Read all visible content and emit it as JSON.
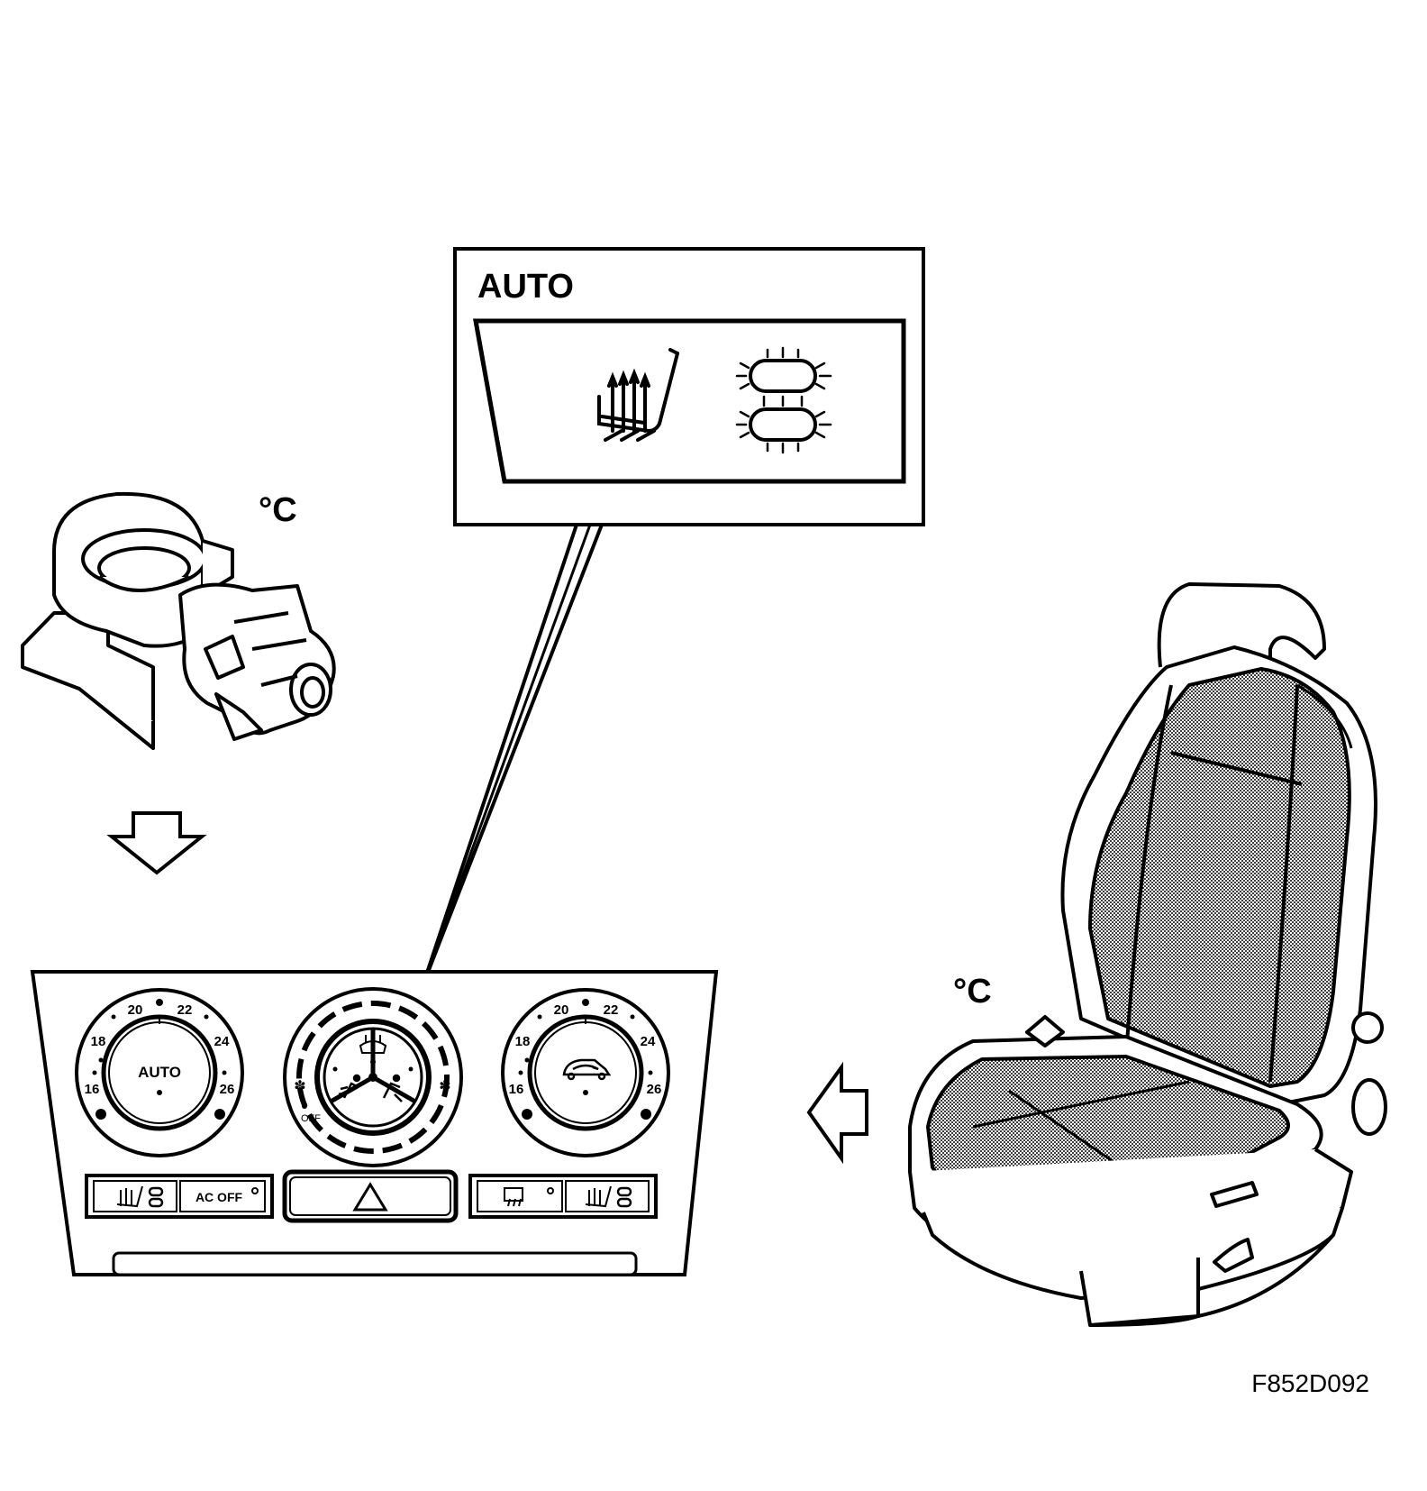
{
  "callout": {
    "title": "AUTO",
    "icons": [
      "heated-seat-icon",
      "seat-heat-level-indicator-icon"
    ]
  },
  "sensor": {
    "unit_label": "°C",
    "icon": "temperature-sensor-icon"
  },
  "seat": {
    "unit_label": "°C",
    "icon": "seat-icon"
  },
  "panel": {
    "left_dial": {
      "center_label": "AUTO",
      "scale": [
        "16",
        "18",
        "20",
        "22",
        "24",
        "26"
      ]
    },
    "center_dial": {
      "off_label": "OFF",
      "icons": [
        "defrost-icon",
        "face-vent-icon",
        "foot-vent-icon",
        "fan-icon"
      ]
    },
    "right_dial": {
      "center_icon": "recirculation-icon",
      "scale": [
        "16",
        "18",
        "20",
        "22",
        "24",
        "26"
      ]
    },
    "buttons": {
      "ac_off_label": "AC OFF",
      "hazard_icon": "hazard-icon",
      "rear_defrost_icon": "rear-defrost-icon",
      "seat_heat_icon": "heated-seat-icon"
    }
  },
  "arrows": [
    "arrow-down-icon",
    "arrow-left-icon"
  ],
  "figure_code": "F852D092",
  "colors": {
    "ink": "#000000",
    "paper": "#ffffff",
    "seat_fill": "#9a9a9a"
  }
}
